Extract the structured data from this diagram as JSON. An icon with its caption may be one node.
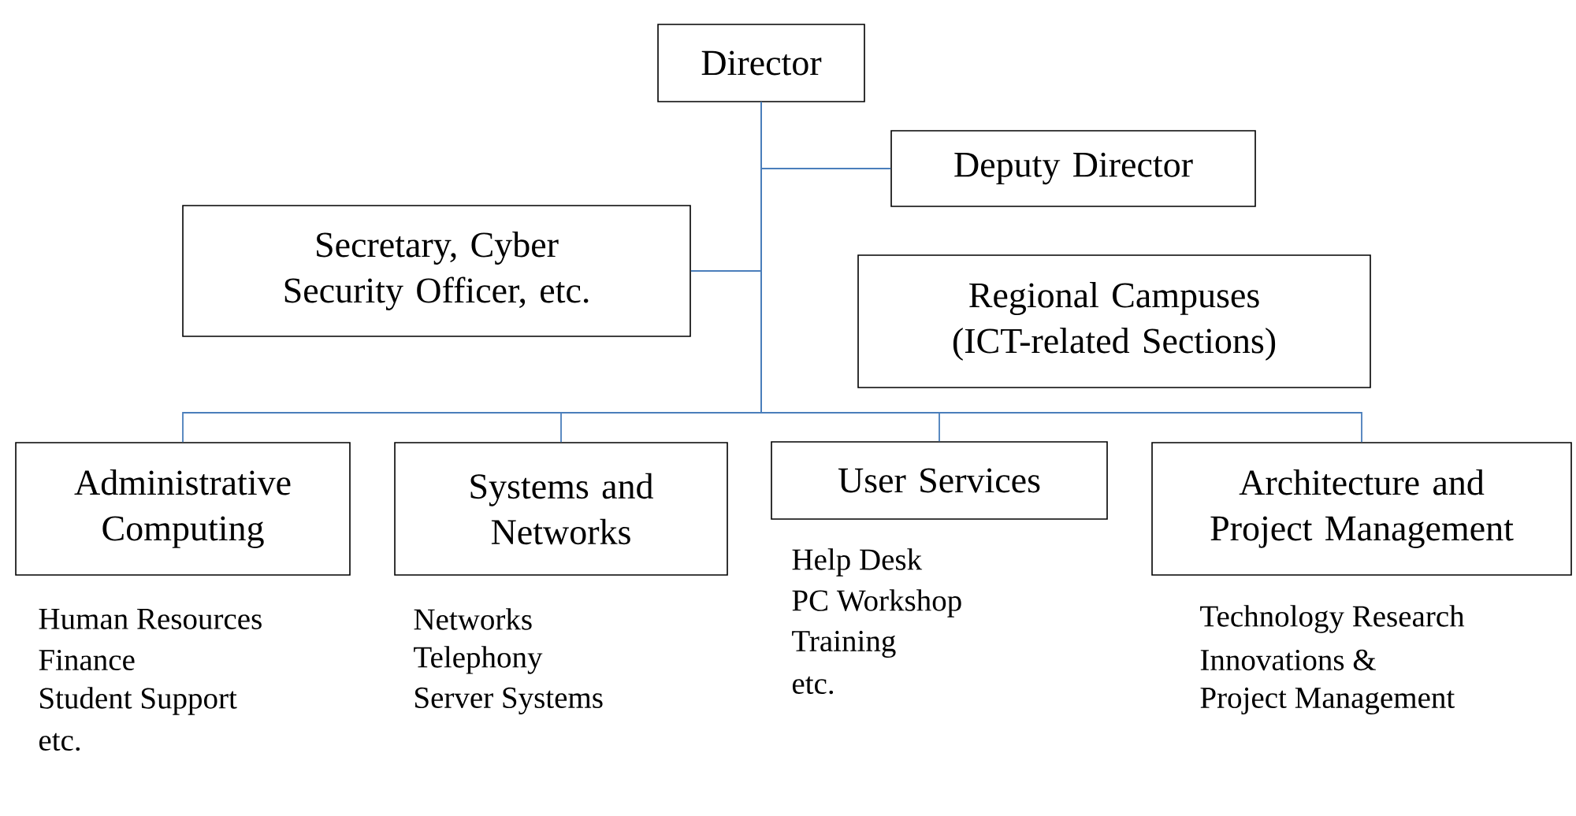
{
  "diagram": {
    "nodes": [
      {
        "text": [
          "Director"
        ]
      },
      {
        "text": [
          "Deputy Director"
        ]
      },
      {
        "text": [
          "Secretary, Cyber Security Officer, etc."
        ]
      },
      {
        "text": [
          "Regional Campuses (ICT-related Sections)"
        ]
      },
      {
        "text": [
          "Administrative Computing"
        ],
        "beside": [
          "Human Resources",
          "Finance",
          "Student Support",
          "etc."
        ]
      },
      {
        "text": [
          "Systems and Networks"
        ],
        "beside": [
          "Networks",
          "Telephony",
          "Server Systems"
        ]
      },
      {
        "text": [
          "User Services"
        ],
        "beside": [
          "Help Desk",
          "PC Workshop",
          "Training",
          "etc."
        ]
      },
      {
        "text": [
          "Architecture and Project Management"
        ],
        "beside": [
          "Technology Research",
          "Innovations &",
          "Project Management"
        ]
      }
    ],
    "edges": [
      {
        "from": 0,
        "to": 1,
        "arrow": "none"
      },
      {
        "from": 0,
        "to": 2,
        "arrow": "none"
      },
      {
        "from": 0,
        "to": 4,
        "arrow": "none"
      },
      {
        "from": 0,
        "to": 5,
        "arrow": "none"
      },
      {
        "from": 0,
        "to": 6,
        "arrow": "none"
      },
      {
        "from": 0,
        "to": 7,
        "arrow": "none"
      }
    ]
  }
}
